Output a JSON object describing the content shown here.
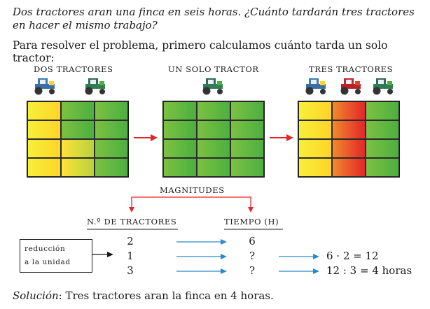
{
  "problem": "Dos tractores aran una finca en seis horas. ¿Cuánto tardarán tres tractores en hacer el mismo trabajo?",
  "intro": "Para resolver el problema, primero calculamos cuánto tarda un solo tractor:",
  "panels": {
    "two": "dos tractores",
    "one": "un solo tractor",
    "three": "tres tractores"
  },
  "magnitudes": "magnitudes",
  "col_tractors": "n.º de tractores",
  "col_time": "tiempo (h)",
  "reduction": [
    "reducción",
    "a la unidad"
  ],
  "rows": [
    {
      "tractors": "2",
      "time": "6",
      "calc": ""
    },
    {
      "tractors": "1",
      "time": "?",
      "calc": "6 · 2 = 12"
    },
    {
      "tractors": "3",
      "time": "?",
      "calc": "12 : 3 = 4 horas"
    }
  ],
  "solution_label": "Solución",
  "solution_text": ": Tres tractores aran la finca en 4 horas.",
  "colors": {
    "green": "#4caf3f",
    "yellow": "#ffd428",
    "red": "#e3262a",
    "blue_arrow": "#2a8ac6",
    "red_arrow": "#e3262a"
  }
}
